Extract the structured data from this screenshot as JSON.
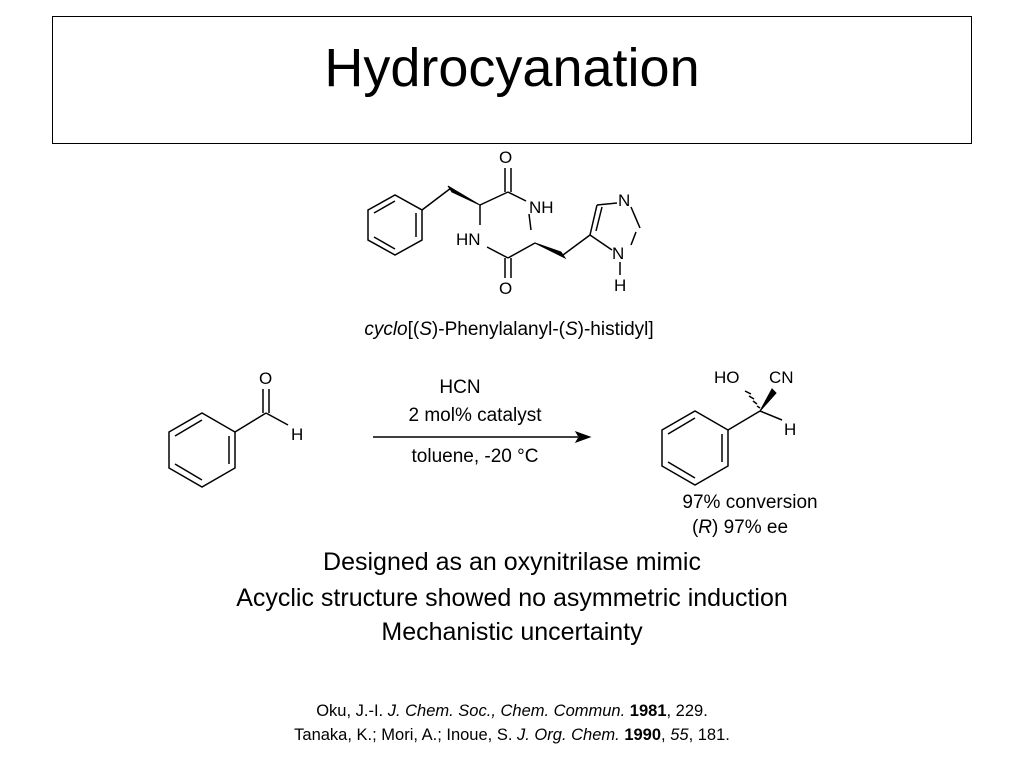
{
  "slide": {
    "title": "Hydrocyanation",
    "catalyst_name": {
      "p1": "cyclo",
      "p2": "[(",
      "p3": "S",
      "p4": ")-Phenylalanyl-(",
      "p5": "S",
      "p6": ")-histidyl]"
    },
    "reaction": {
      "reagent_1": "HCN",
      "reagent_2": "2 mol% catalyst",
      "conditions": "toluene, -20 °C",
      "result_1": "97% conversion",
      "result_2": {
        "p1": "(",
        "p2": "R",
        "p3": ") 97% ee"
      }
    },
    "atom_labels": {
      "oxygen": "O",
      "nitrogen": "N",
      "hydrogen": "H",
      "amide_nh": "NH",
      "amide_hn": "HN",
      "hydroxyl": "HO",
      "cyano": "CN"
    },
    "bullets": [
      "Designed as an oxynitrilase mimic",
      "Acyclic structure showed no asymmetric induction",
      "Mechanistic uncertainty"
    ],
    "references": [
      {
        "authors": "Oku, J.-I. ",
        "journal": "J. Chem. Soc., Chem. Commun.",
        "sep1": " ",
        "year": "1981",
        "rest": ", 229."
      },
      {
        "authors": "Tanaka, K.; Mori, A.; Inoue, S. ",
        "journal": "J. Org. Chem.",
        "sep1": " ",
        "year": "1990",
        "sep2": ", ",
        "volume": "55",
        "rest": ", 181."
      }
    ]
  }
}
